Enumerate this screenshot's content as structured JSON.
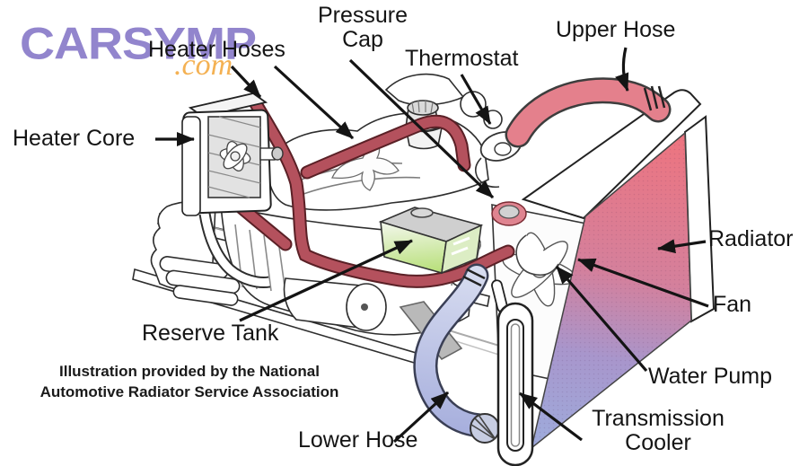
{
  "logo": {
    "brand": "CARSYMP",
    "tld": ".com"
  },
  "labels": {
    "heater_hoses": "Heater Hoses",
    "pressure_cap_line1": "Pressure",
    "pressure_cap_line2": "Cap",
    "thermostat": "Thermostat",
    "upper_hose": "Upper Hose",
    "heater_core": "Heater Core",
    "radiator": "Radiator",
    "fan": "Fan",
    "water_pump": "Water Pump",
    "transmission_cooler_line1": "Transmission",
    "transmission_cooler_line2": "Cooler",
    "reserve_tank": "Reserve Tank",
    "lower_hose": "Lower Hose"
  },
  "attribution": {
    "line1": "Illustration provided by the National",
    "line2": "Automotive Radiator Service Association"
  },
  "parts": [
    "Heater Hoses",
    "Pressure Cap",
    "Thermostat",
    "Upper Hose",
    "Heater Core",
    "Radiator",
    "Fan",
    "Water Pump",
    "Transmission Cooler",
    "Reserve Tank",
    "Lower Hose"
  ],
  "colors": {
    "radiator_hot": "#ec7581",
    "radiator_cold": "#9fa9da",
    "upper_hose": "#e4808c",
    "heater_hose": "#b4515d",
    "lower_hose": "#a7afdd",
    "reserve_tank_green": "#b9e07c",
    "logo_purple": "#9285cd",
    "logo_orange": "#f4b153",
    "label_text": "#141414"
  }
}
